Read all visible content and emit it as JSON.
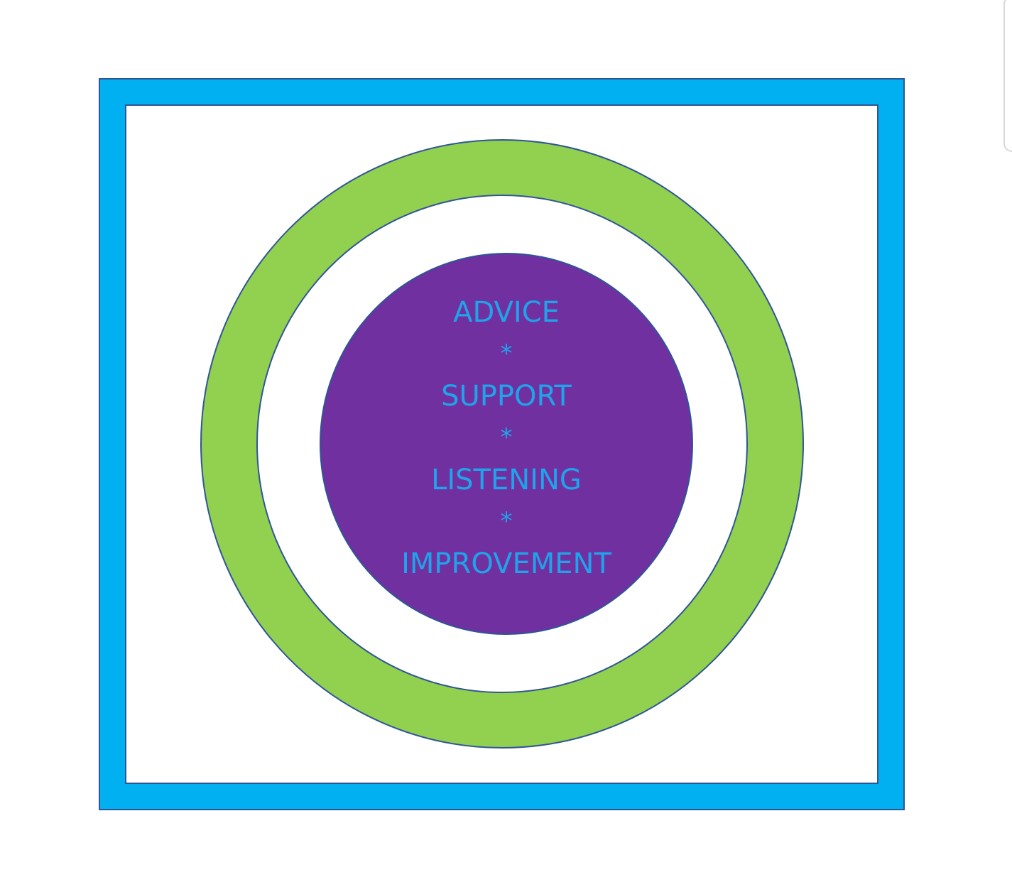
{
  "colors": {
    "frame": "#00b0f0",
    "ring": "#92d050",
    "core": "#7030a0",
    "outline": "#2f5597",
    "text": "#1fa3ea",
    "background": "#ffffff"
  },
  "core": {
    "items": [
      "ADVICE",
      "SUPPORT",
      "LISTENING",
      "IMPROVEMENT"
    ],
    "separator": "*"
  }
}
